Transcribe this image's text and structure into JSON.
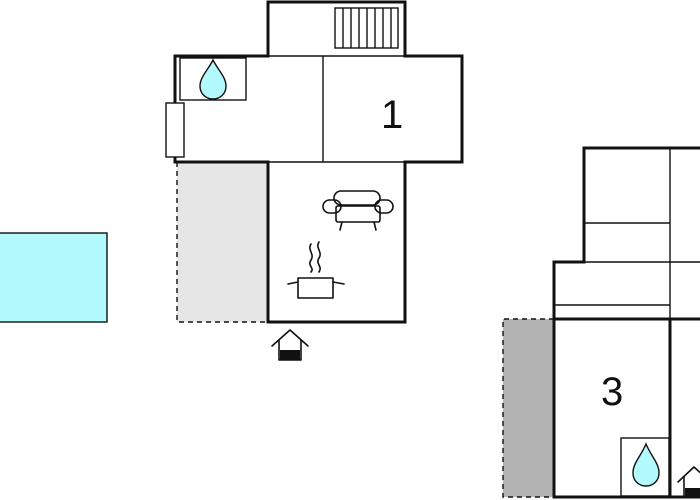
{
  "plan": {
    "rooms": [
      {
        "id": "room-1",
        "label": "1"
      },
      {
        "id": "room-3",
        "label": "3"
      }
    ],
    "colors": {
      "wall": "#111111",
      "pool": "#b3fafd",
      "water_drop": "#b3fafd",
      "terrace_light": "#e6e6e6",
      "terrace_dark": "#b3b3b3",
      "background": "#ffffff"
    },
    "icons": [
      "staircase-icon",
      "water-drop-icon",
      "sofa-icon",
      "cooking-pot-icon",
      "entrance-icon",
      "pool"
    ]
  }
}
